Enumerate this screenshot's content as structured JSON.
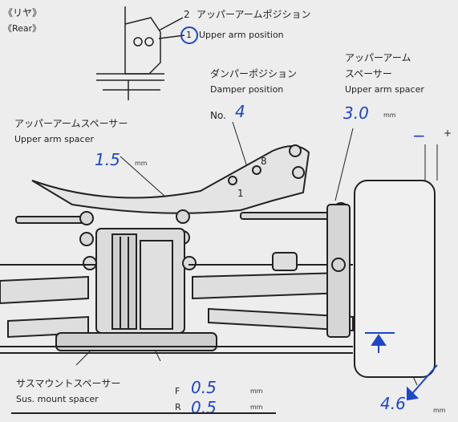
{
  "header": {
    "rear_jp": "《リヤ》",
    "rear_en": "《Rear》"
  },
  "upper_arm_position": {
    "num_2": "2",
    "num_1": "1",
    "title_jp": "アッパーアームポジション",
    "title_en": "Upper arm position"
  },
  "damper_position": {
    "title_jp": "ダンパーポジション",
    "title_en": "Damper position",
    "no_label": "No.",
    "value": "4",
    "hole_1": "1",
    "hole_8": "8"
  },
  "upper_arm_spacer_left": {
    "title_jp": "アッパーアームスペーサー",
    "title_en": "Upper arm spacer",
    "value": "1.5",
    "unit": "mm"
  },
  "upper_arm_spacer_right": {
    "title_jp_line1": "アッパーアーム",
    "title_jp_line2": "スペーサー",
    "title_en": "Upper arm spacer",
    "value": "3.0",
    "unit": "mm"
  },
  "camber": {
    "minus": "−",
    "plus": "+"
  },
  "sus_mount_spacer": {
    "title_jp": "サスマウントスペーサー",
    "title_en": "Sus. mount spacer",
    "front_label": "F",
    "front_value": "0.5",
    "rear_label": "R",
    "rear_value": "0.5",
    "unit": "mm"
  },
  "ride_height": {
    "value": "4.6",
    "unit": "mm"
  },
  "colors": {
    "ink": "#222222",
    "handwriting": "#1d46c9",
    "background": "#ededed"
  }
}
